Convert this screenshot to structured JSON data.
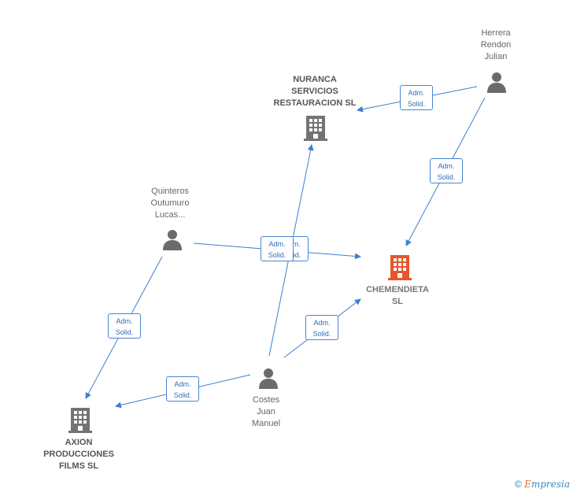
{
  "nodes": {
    "herrera": {
      "label": "Herrera\nRendon\nJulian",
      "kind": "person"
    },
    "nuranca": {
      "label": "NURANCA\nSERVICIOS\nRESTAURACION SL",
      "kind": "company"
    },
    "quinteros": {
      "label": "Quinteros\nOutumuro\nLucas...",
      "kind": "person"
    },
    "chemendieta": {
      "label": "CHEMENDIETA\nSL",
      "kind": "company-main"
    },
    "costes": {
      "label": "Costes\nJuan\nManuel",
      "kind": "person"
    },
    "axion": {
      "label": "AXION\nPRODUCCIONES\nFILMS SL",
      "kind": "company"
    }
  },
  "edges": [
    {
      "from": "herrera",
      "to": "nuranca",
      "label": "Adm.\nSolid."
    },
    {
      "from": "herrera",
      "to": "chemendieta",
      "label": "Adm.\nSolid."
    },
    {
      "from": "quinteros",
      "to": "chemendieta",
      "label": "Adm.\nSolid."
    },
    {
      "from": "quinteros",
      "to": "axion",
      "label": "Adm.\nSolid."
    },
    {
      "from": "costes",
      "to": "nuranca",
      "label": "Adm.\nSolid."
    },
    {
      "from": "costes",
      "to": "chemendieta",
      "label": "Adm.\nSolid."
    },
    {
      "from": "costes",
      "to": "axion",
      "label": "Adm.\nSolid."
    }
  ],
  "colors": {
    "edge": "#3d7fd0",
    "person": "#6b6b6b",
    "company": "#737373",
    "company_main": "#e8552a"
  },
  "footer": {
    "copyright": "©",
    "brand_initial": "E",
    "brand_rest": "mpresia"
  }
}
